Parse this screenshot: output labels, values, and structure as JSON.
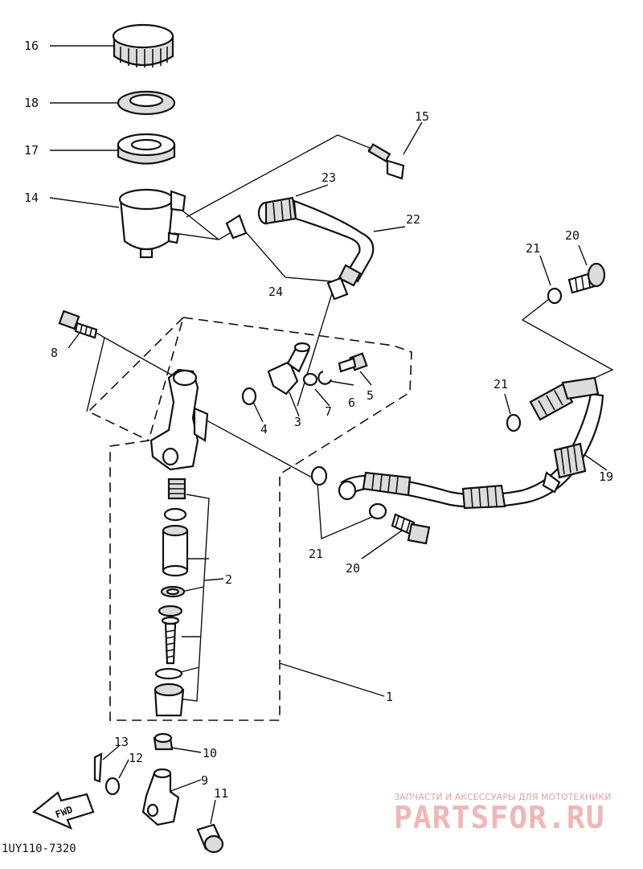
{
  "callouts": [
    {
      "id": "c16",
      "label": "16"
    },
    {
      "id": "c18",
      "label": "18"
    },
    {
      "id": "c17",
      "label": "17"
    },
    {
      "id": "c14",
      "label": "14"
    },
    {
      "id": "c15",
      "label": "15"
    },
    {
      "id": "c23",
      "label": "23"
    },
    {
      "id": "c22",
      "label": "22"
    },
    {
      "id": "c24",
      "label": "24"
    },
    {
      "id": "c21a",
      "label": "21"
    },
    {
      "id": "c20a",
      "label": "20"
    },
    {
      "id": "c8",
      "label": "8"
    },
    {
      "id": "c5",
      "label": "5"
    },
    {
      "id": "c6",
      "label": "6"
    },
    {
      "id": "c7",
      "label": "7"
    },
    {
      "id": "c3",
      "label": "3"
    },
    {
      "id": "c4",
      "label": "4"
    },
    {
      "id": "c21b",
      "label": "21"
    },
    {
      "id": "c19",
      "label": "19"
    },
    {
      "id": "c21c",
      "label": "21"
    },
    {
      "id": "c20b",
      "label": "20"
    },
    {
      "id": "c2",
      "label": "2"
    },
    {
      "id": "c1",
      "label": "1"
    },
    {
      "id": "c13",
      "label": "13"
    },
    {
      "id": "c12",
      "label": "12"
    },
    {
      "id": "c10",
      "label": "10"
    },
    {
      "id": "c9",
      "label": "9"
    },
    {
      "id": "c11",
      "label": "11"
    }
  ],
  "fwd_label": "FWD",
  "diagram_code": "1UY110-7320",
  "watermark": {
    "tagline": "ЗАПЧАСТИ И АКСЕССУАРЫ ДЛЯ МОТОТЕХНИКИ",
    "brand": "PARTSFOR.RU"
  },
  "colors": {
    "ink": "#111111",
    "watermark": "#f0b6b6"
  }
}
